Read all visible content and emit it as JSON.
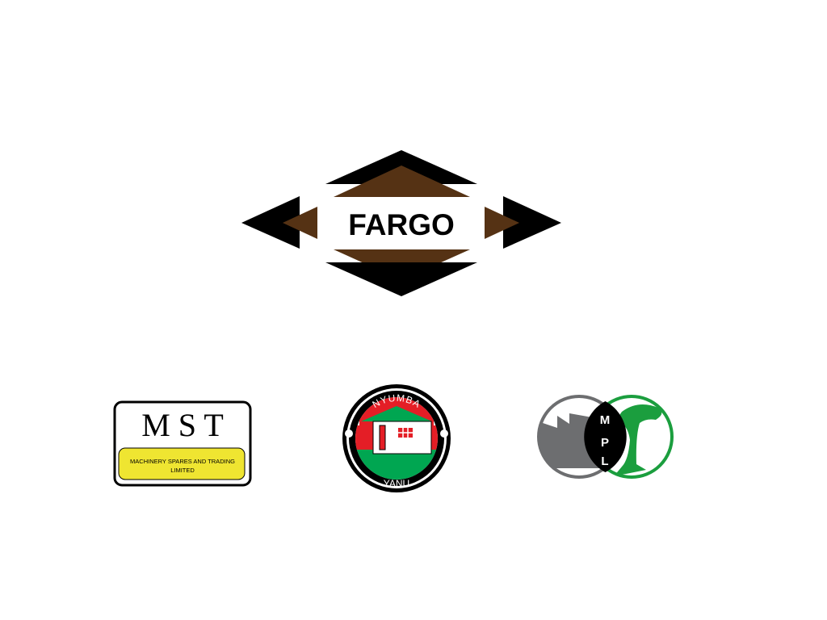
{
  "logos": {
    "fargo": {
      "name": "FARGO",
      "colors": {
        "black": "#000000",
        "brown": "#553214"
      }
    },
    "mst": {
      "initials": "M S T",
      "line1": "MACHINERY SPARES AND TRADING",
      "line2": "LIMITED",
      "colors": {
        "yellow": "#efe531"
      }
    },
    "nyumba": {
      "top": "NYUMBA",
      "bottom": "YANU",
      "colors": {
        "red": "#e41e26",
        "green": "#00a651"
      }
    },
    "mpl": {
      "text_m": "M",
      "text_p": "P",
      "text_l": "L",
      "colors": {
        "gray": "#6d6e70",
        "green": "#1b9e3e"
      }
    }
  }
}
